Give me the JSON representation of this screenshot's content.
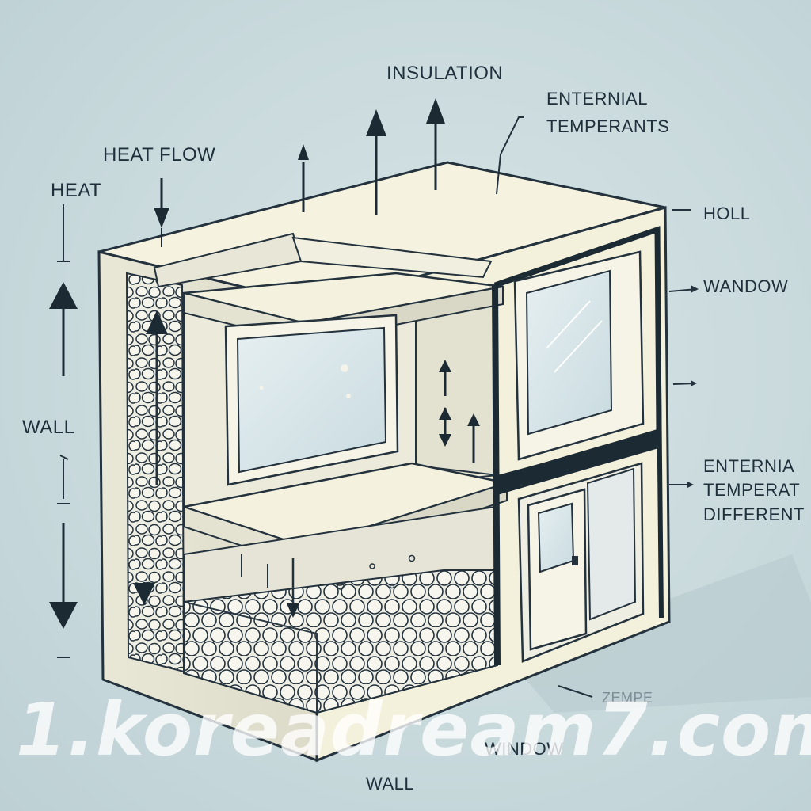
{
  "labels": {
    "insulation": "INSULATION",
    "external_1": "ENTERNIAL",
    "external_2": "TEMPERANTS",
    "heat_flow": "HEAT FLOW",
    "heat": "HEAT",
    "holl": "HOLL",
    "wandow": "WANDOW",
    "wall_left": "WALL",
    "diff_1": "ENTERNIA",
    "diff_2": "TEMPERAT",
    "diff_3": "DIFFERENT",
    "zempe": "ZEMPE",
    "window_bottom": "WINDOW",
    "wall_bottom": "WALL"
  },
  "watermark": "1.koreadream7.com",
  "colors": {
    "background": "#c9dadd",
    "ink": "#1f2f3b",
    "wall_face": "#f3f0dc",
    "insulation": "#efeee4",
    "glass": "#dbe8ec"
  },
  "icons": [
    "up-arrow-icon",
    "down-arrow-icon",
    "double-arrow-icon"
  ]
}
